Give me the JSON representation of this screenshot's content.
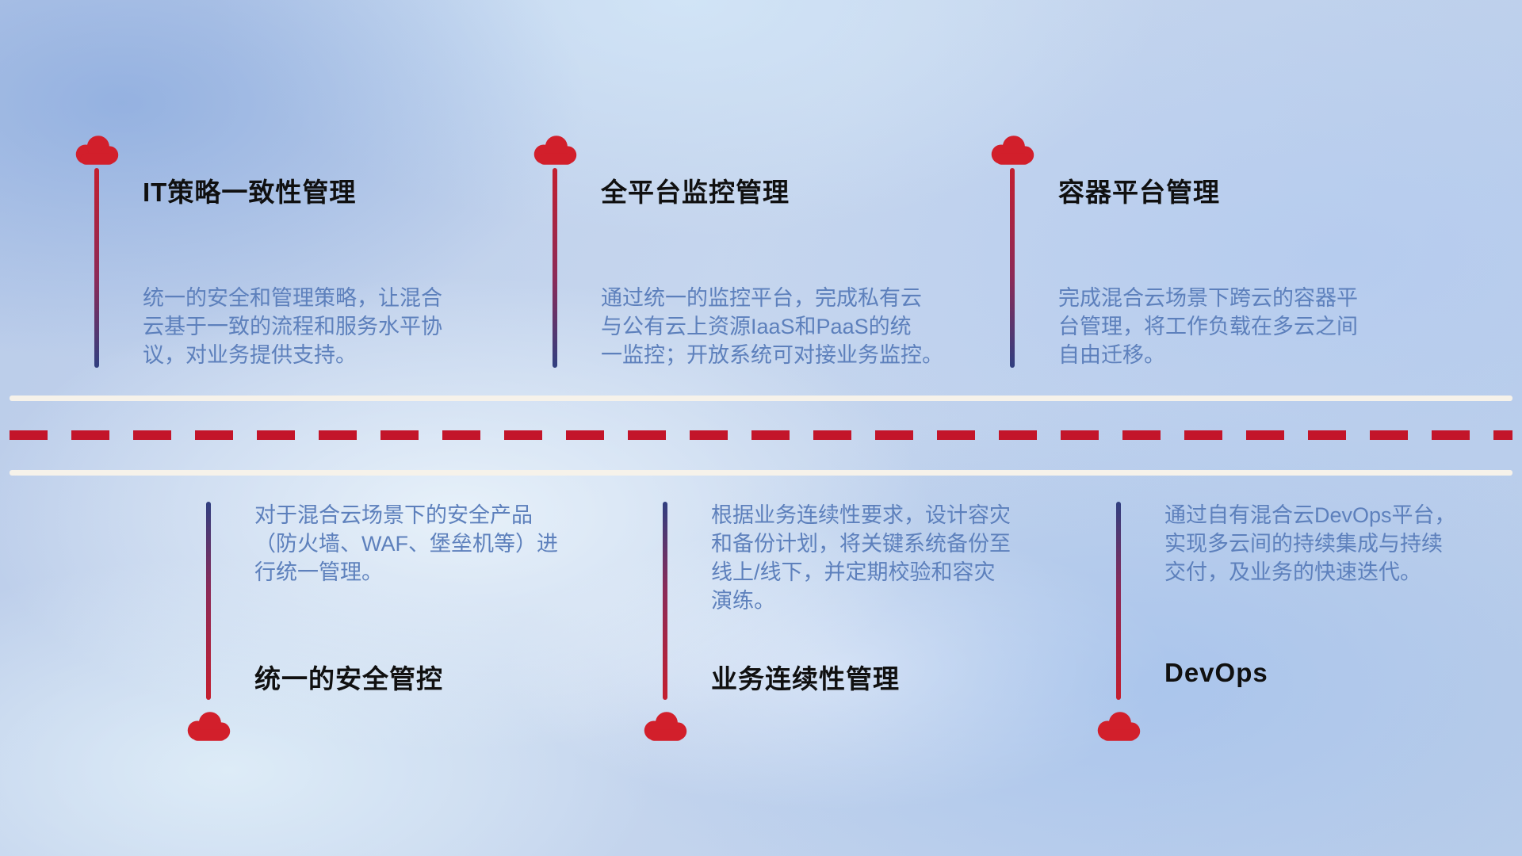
{
  "colors": {
    "cloud_red": "#d21f2b",
    "dash_red": "#c3152a",
    "road_white": "#f6f2ea",
    "description_blue": "#5d80bc",
    "line_gradient_top": "#c41f2f",
    "line_gradient_bottom": "#303f80",
    "title_color": "#101010"
  },
  "top_items": [
    {
      "title": "IT策略一致性管理",
      "description": "统一的安全和管理策略，让混合\n云基于一致的流程和服务水平协\n议，对业务提供支持。"
    },
    {
      "title": "全平台监控管理",
      "description": "通过统一的监控平台，完成私有云\n与公有云上资源IaaS和PaaS的统\n一监控；开放系统可对接业务监控。"
    },
    {
      "title": "容器平台管理",
      "description": "完成混合云场景下跨云的容器平\n台管理，将工作负载在多云之间\n自由迁移。"
    }
  ],
  "bottom_items": [
    {
      "title": "统一的安全管控",
      "description": "对于混合云场景下的安全产品\n（防火墙、WAF、堡垒机等）进\n行统一管理。"
    },
    {
      "title": "业务连续性管理",
      "description": "根据业务连续性要求，设计容灾\n和备份计划，将关键系统备份至\n线上/线下，并定期校验和容灾\n演练。"
    },
    {
      "title": "DevOps",
      "description": "通过自有混合云DevOps平台，\n实现多云间的持续集成与持续\n交付，及业务的快速迭代。"
    }
  ]
}
